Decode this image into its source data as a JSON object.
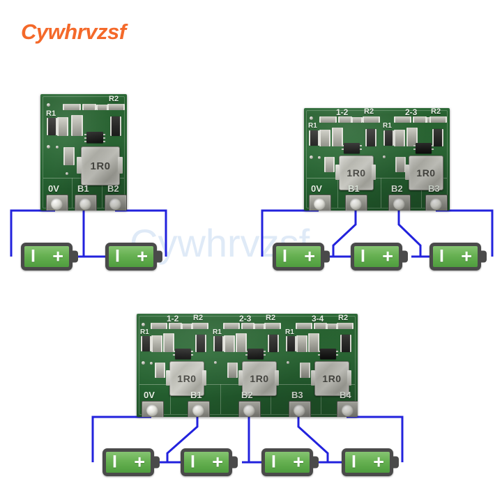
{
  "brand": {
    "logo_text": "Cywhrvzsf",
    "logo_color": "#f4692a",
    "watermark_text": "Cywhrvzsf",
    "watermark_color": "#dfeaf7"
  },
  "colors": {
    "wire": "#2222dd",
    "pcb_green": "#2c6a36",
    "battery_green": "#69b254",
    "battery_shell": "#4a4a4a",
    "inductor_silver": "#c4c4bd"
  },
  "boards": [
    {
      "id": "board-2s",
      "cell_count": 2,
      "inductors": [
        "1R0"
      ],
      "silk_refs": [
        "R1",
        "R2"
      ],
      "channel_labels": [],
      "pads": [
        "0V",
        "B1",
        "B2"
      ]
    },
    {
      "id": "board-3s",
      "cell_count": 3,
      "inductors": [
        "1R0",
        "1R0"
      ],
      "silk_refs": [
        "R1",
        "R2",
        "R1",
        "R2"
      ],
      "channel_labels": [
        "1-2",
        "2-3"
      ],
      "pads": [
        "0V",
        "B1",
        "B2",
        "B3"
      ]
    },
    {
      "id": "board-4s",
      "cell_count": 4,
      "inductors": [
        "1R0",
        "1R0",
        "1R0"
      ],
      "silk_refs": [
        "R1",
        "R2",
        "R1",
        "R2",
        "R1",
        "R2"
      ],
      "channel_labels": [
        "1-2",
        "2-3",
        "3-4"
      ],
      "pads": [
        "0V",
        "B1",
        "B2",
        "B3",
        "B4"
      ]
    }
  ],
  "battery_symbol": {
    "minus": "I",
    "plus": "+"
  },
  "labels": {
    "inductor_value": "1R0",
    "r1": "R1",
    "r2": "R2",
    "ch_1_2": "1-2",
    "ch_2_3": "2-3",
    "ch_3_4": "3-4",
    "pad_0v": "0V",
    "pad_b1": "B1",
    "pad_b2": "B2",
    "pad_b3": "B3",
    "pad_b4": "B4"
  }
}
